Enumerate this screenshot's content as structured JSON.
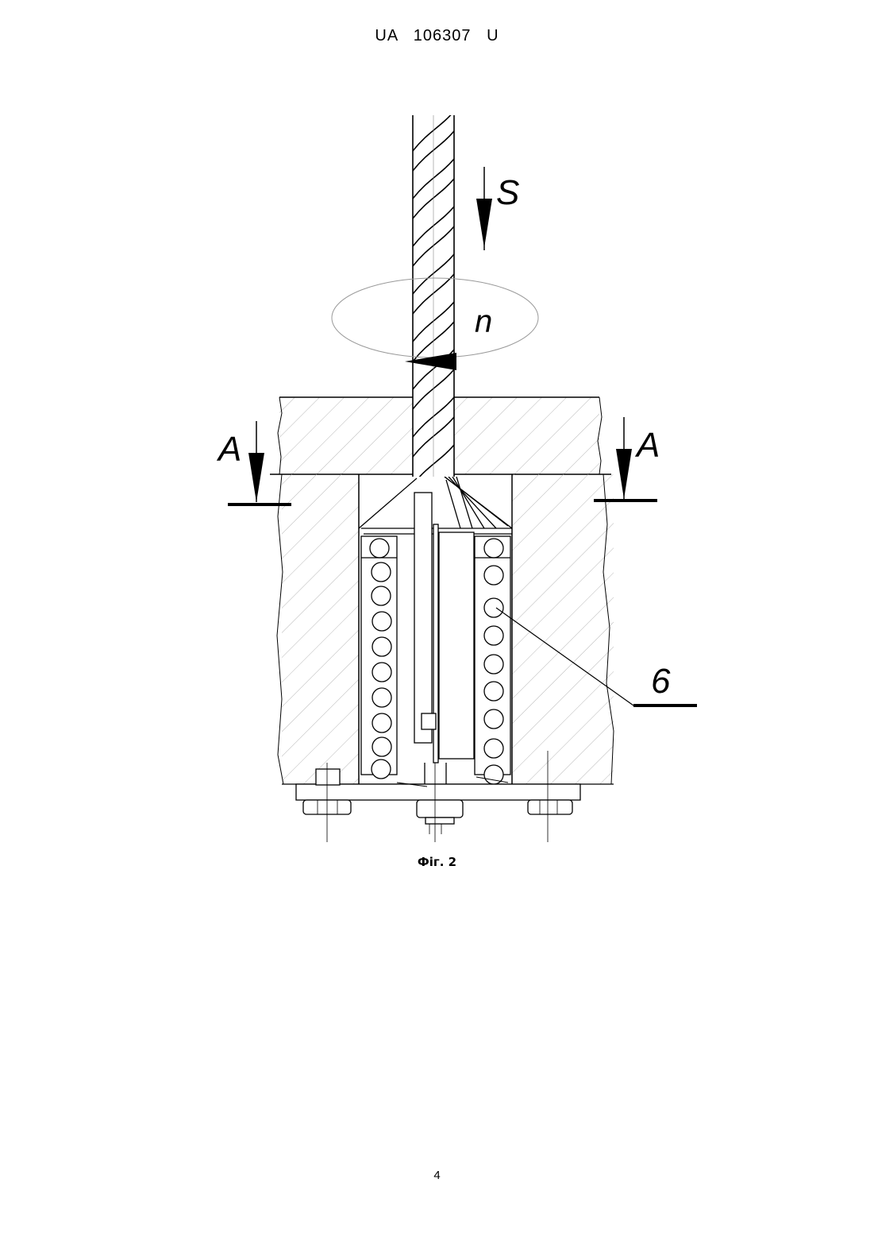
{
  "header": {
    "patent_number": "UA   106307   U"
  },
  "drawing": {
    "labels": {
      "feed": "S",
      "rotation": "n",
      "section_left": "A",
      "section_right": "A",
      "part_6": "6"
    }
  },
  "caption": "Фіг. 2",
  "page_number": "4"
}
